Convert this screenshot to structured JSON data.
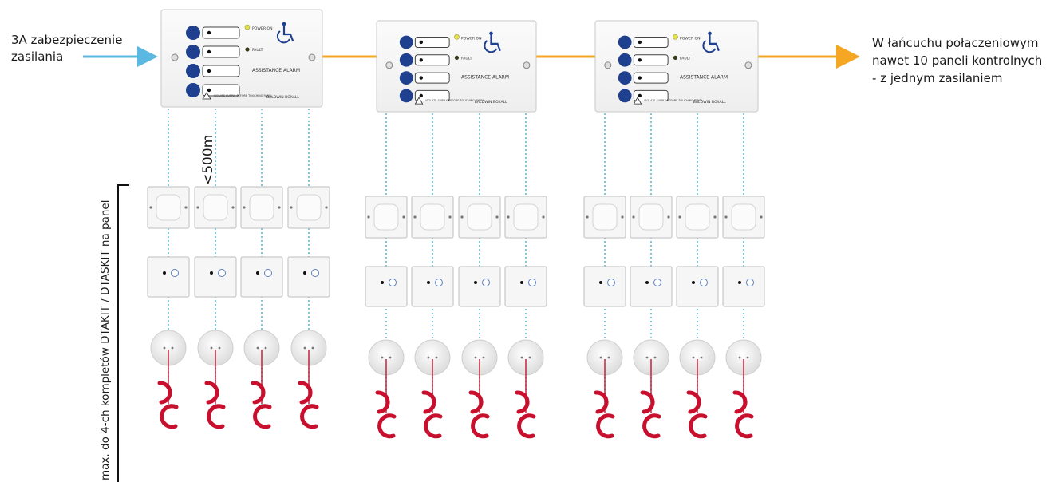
{
  "labels": {
    "supply_line1": "3A zabezpieczenie",
    "supply_line2": "zasilania",
    "chain_line1": "W łańcuchu połączeniowym",
    "chain_line2": "nawet 10 paneli kontrolnych",
    "chain_line3": "- z jednym zasilaniem",
    "distance": "<500m",
    "side_label": "max. do 4-ch kompletów  DTAKIT / DTASKIT na panel"
  },
  "panel": {
    "power_on": "POWER ON",
    "fault": "FAULT",
    "title": "ASSISTANCE ALARM",
    "warning": "ISOLATE SUPPLY BEFORE TOUCHING PANEL",
    "brand": "BALDWIN BOXALL",
    "icon": "wheelchair-icon"
  },
  "panels_count": 3,
  "stations_per_panel": 4,
  "colors": {
    "supply_arrow": "#5bb8e0",
    "chain_arrow": "#f5a623",
    "dotted_link": "#7ec8d8",
    "button": "#1f3f8f",
    "pull_cord": "#c8102e"
  }
}
